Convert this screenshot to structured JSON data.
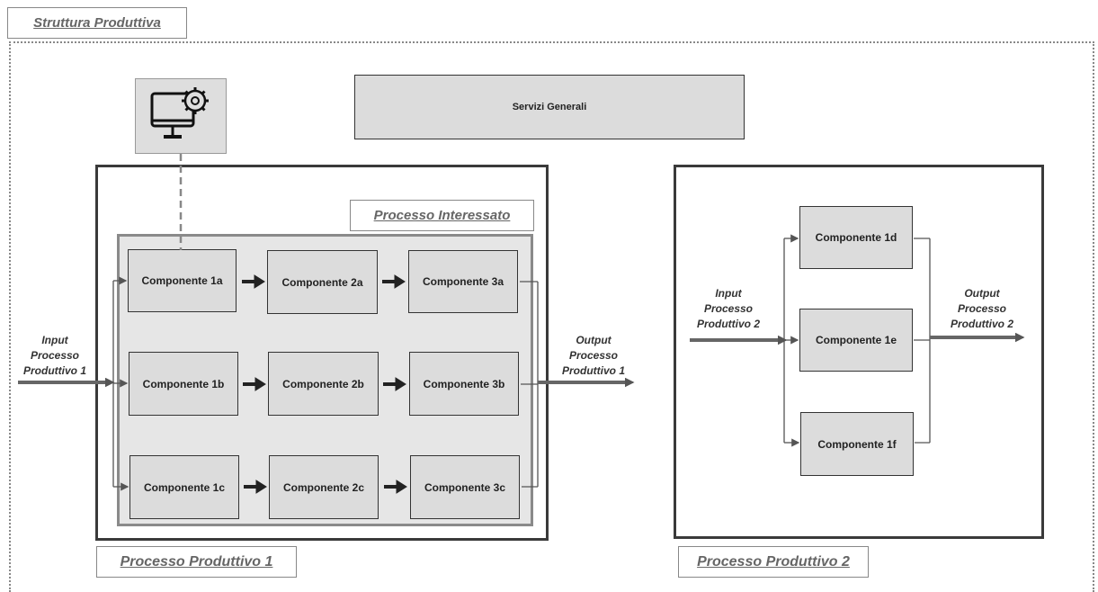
{
  "diagram": {
    "title": "Struttura Produttiva",
    "servizi_generali": "Servizi Generali",
    "processo_interessato": "Processo Interessato",
    "processo_1": {
      "label": "Processo Produttivo 1",
      "input": [
        "Input",
        "Processo",
        "Produttivo 1"
      ],
      "output": [
        "Output",
        "Processo",
        "Produttivo 1"
      ],
      "components": {
        "c1a": "Componente 1a",
        "c2a": "Componente 2a",
        "c3a": "Componente 3a",
        "c1b": "Componente 1b",
        "c2b": "Componente 2b",
        "c3b": "Componente 3b",
        "c1c": "Componente 1c",
        "c2c": "Componente 2c",
        "c3c": "Componente 3c"
      }
    },
    "processo_2": {
      "label": "Processo Produttivo 2",
      "input": [
        "Input",
        "Processo",
        "Produttivo 2"
      ],
      "output": [
        "Output",
        "Processo",
        "Produttivo 2"
      ],
      "components": {
        "c1d": "Componente 1d",
        "c1e": "Componente 1e",
        "c1f": "Componente 1f"
      }
    },
    "computer_icon": "computer-gear-icon",
    "colors": {
      "component_fill": "#dcdcdc",
      "interest_fill": "#e6e6e6",
      "frame": "#3a3a3a",
      "label": "#666666"
    }
  }
}
